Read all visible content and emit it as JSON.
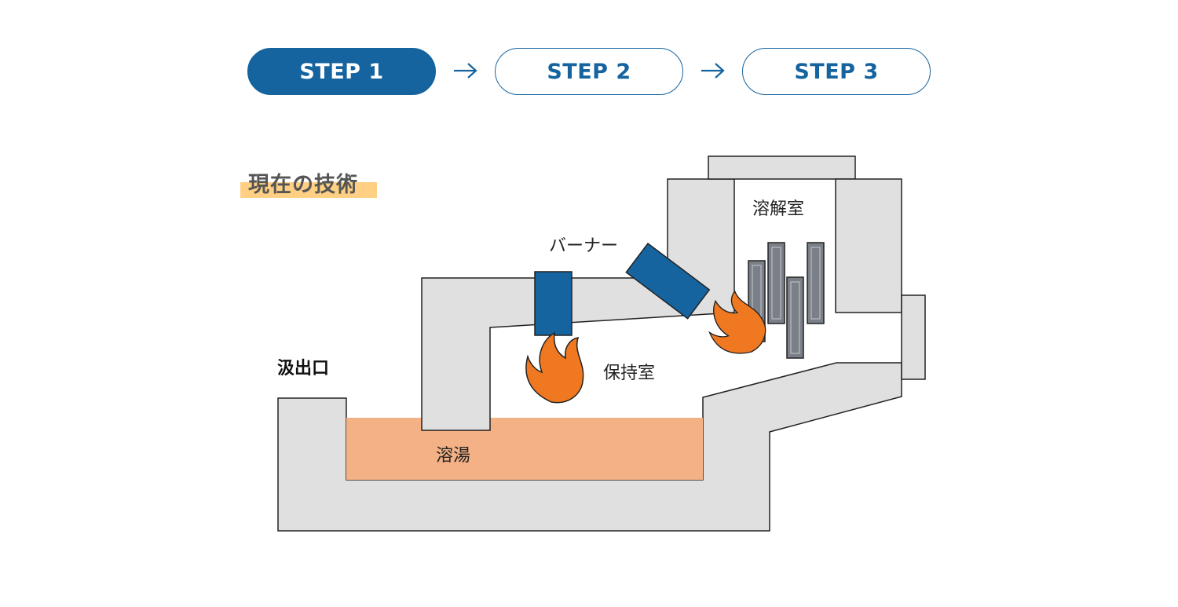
{
  "steps": [
    {
      "label": "STEP 1",
      "active": true
    },
    {
      "label": "STEP 2",
      "active": false
    },
    {
      "label": "STEP 3",
      "active": false
    }
  ],
  "section_title": "現在の技術",
  "labels": {
    "burner": "バーナー",
    "melting_chamber": "溶解室",
    "holding_chamber": "保持室",
    "tapping_port": "汲出口",
    "molten_metal": "溶湯"
  },
  "colors": {
    "accent": "#15639f",
    "wall": "#e0e0e0",
    "molten": "#f4b185",
    "flame": "#f07820",
    "ingot": "#7a7f88",
    "highlight": "#ffd083"
  },
  "icons": [
    "arrow-right-icon",
    "flame-icon",
    "burner-icon",
    "ingot-icon"
  ]
}
